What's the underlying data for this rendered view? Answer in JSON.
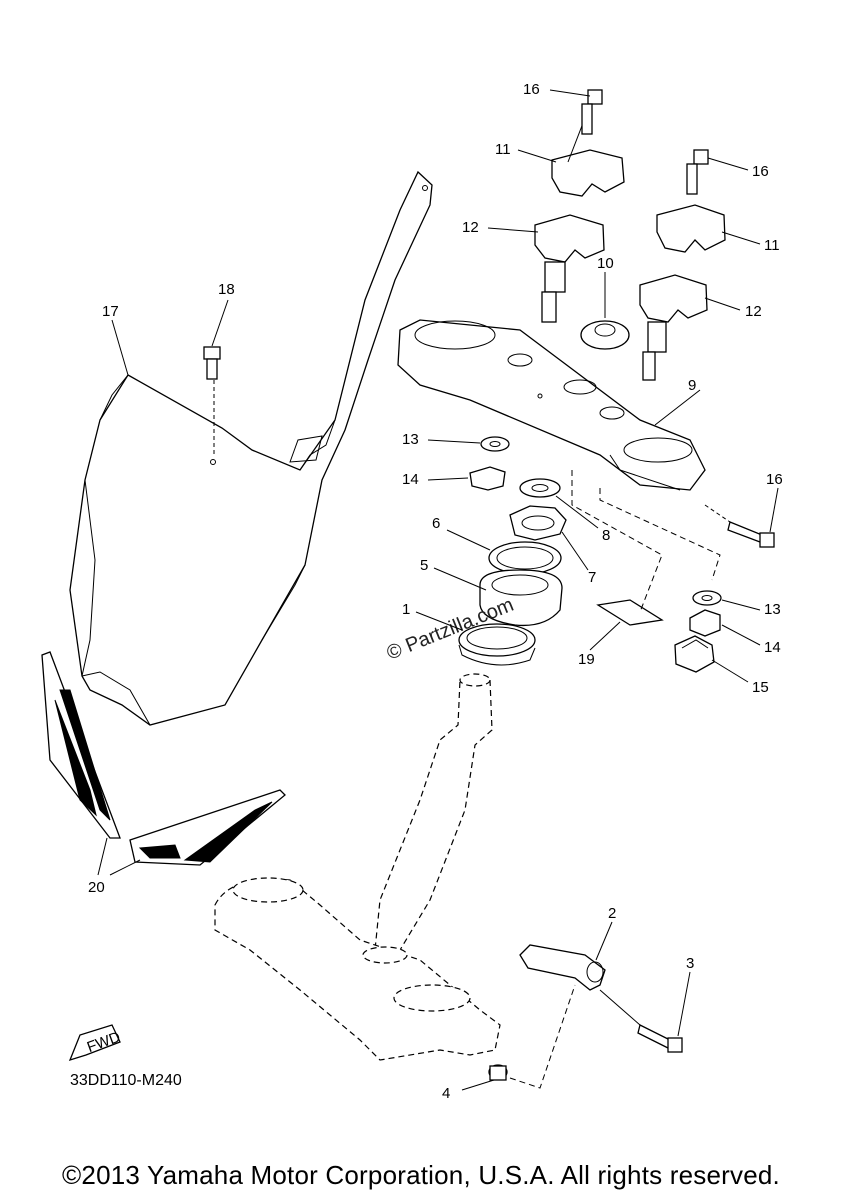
{
  "diagram": {
    "diagram_code": "33DD110-M240",
    "copyright": "©2013 Yamaha Motor Corporation, U.S.A. All rights reserved.",
    "watermark": "© Partzilla.com",
    "fwd_label": "FWD",
    "callouts": {
      "c1": "1",
      "c2": "2",
      "c3": "3",
      "c4": "4",
      "c5": "5",
      "c6": "6",
      "c7": "7",
      "c8": "8",
      "c9": "9",
      "c10": "10",
      "c11a": "11",
      "c11b": "11",
      "c12a": "12",
      "c12b": "12",
      "c13a": "13",
      "c13b": "13",
      "c14a": "14",
      "c14b": "14",
      "c15": "15",
      "c16a": "16",
      "c16b": "16",
      "c16c": "16",
      "c17": "17",
      "c18": "18",
      "c19": "19",
      "c20": "20"
    }
  }
}
